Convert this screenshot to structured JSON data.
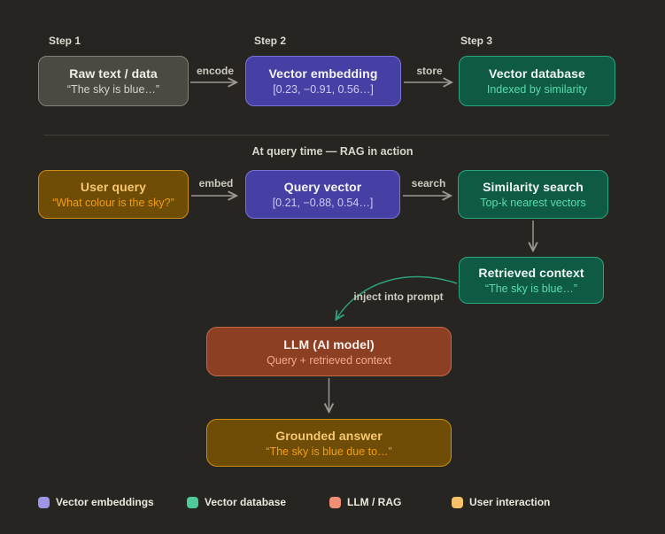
{
  "section_header": "At query time — RAG in action",
  "step_labels": {
    "step1": "Step 1",
    "step2": "Step 2",
    "step3": "Step 3"
  },
  "arrow_labels": {
    "encode": "encode",
    "store": "store",
    "embed": "embed",
    "search": "search",
    "inject": "inject into prompt"
  },
  "nodes": {
    "raw_text": {
      "title": "Raw text / data",
      "subtitle": "“The sky is blue…”"
    },
    "vector_embedding": {
      "title": "Vector embedding",
      "subtitle": "[0.23, −0.91, 0.56…]"
    },
    "vector_database": {
      "title": "Vector database",
      "subtitle": "Indexed by similarity"
    },
    "user_query": {
      "title": "User query",
      "subtitle": "“What colour is the sky?”"
    },
    "query_vector": {
      "title": "Query vector",
      "subtitle": "[0.21, −0.88, 0.54…]"
    },
    "similarity_search": {
      "title": "Similarity search",
      "subtitle": "Top-k nearest vectors"
    },
    "retrieved_context": {
      "title": "Retrieved context",
      "subtitle": "“The sky is blue…”"
    },
    "llm": {
      "title": "LLM (AI model)",
      "subtitle": "Query + retrieved context"
    },
    "grounded_answer": {
      "title": "Grounded answer",
      "subtitle": "“The sky is blue due to…”"
    }
  },
  "legend": {
    "items": [
      {
        "label": "Vector embeddings",
        "color": "#9e95e6"
      },
      {
        "label": "Vector database",
        "color": "#50c99b"
      },
      {
        "label": "LLM / RAG",
        "color": "#ee8f76"
      },
      {
        "label": "User interaction",
        "color": "#f6c167"
      }
    ]
  },
  "colors": {
    "background": "#262522",
    "embedding_fill": "#4640a4",
    "database_fill": "#0e5a45",
    "llm_fill": "#8d3f24",
    "user_fill": "#6f4d06",
    "neutral_fill": "#4b4a42",
    "arrow": "#9b9890",
    "inject_arrow": "#2f9f7c"
  }
}
